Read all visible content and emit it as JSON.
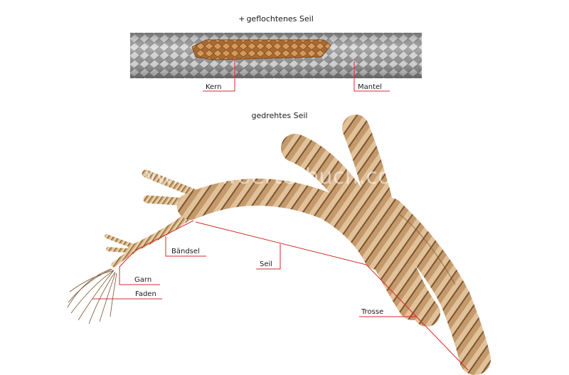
{
  "braided_rope": {
    "title": "geflochtenes Seil",
    "labels": {
      "core": "Kern",
      "sheath": "Mantel"
    }
  },
  "twisted_rope": {
    "title": "gedrehtes Seil",
    "labels": {
      "strand": "Bändsel",
      "yarn": "Garn",
      "fiber": "Faden",
      "rope": "Seil",
      "hawser": "Trosse"
    }
  },
  "watermark": "www.bildwoerterbuch.com",
  "colors": {
    "leader": "#d62b2b",
    "sheath": "#c7c7c7",
    "core": "#c98a4a",
    "rope": "#c49a6c",
    "rope_dark": "#7a5530"
  }
}
